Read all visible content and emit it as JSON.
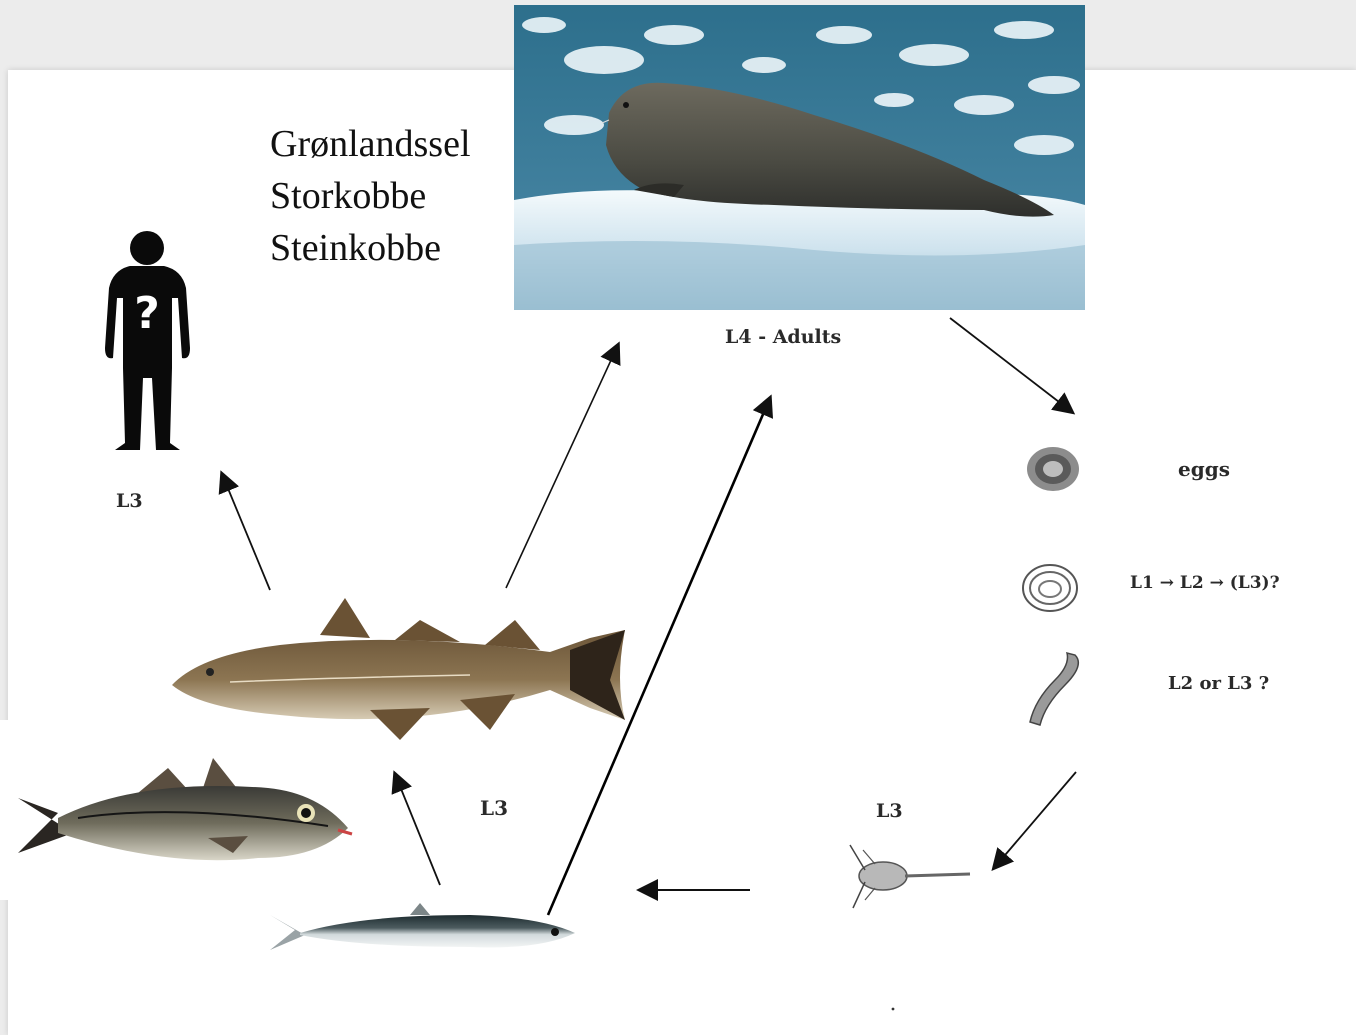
{
  "hosts": {
    "names": [
      "Grønlandssel",
      "Storkobbe",
      "Steinkobbe"
    ]
  },
  "labels": {
    "adults": "L4 - Adults",
    "eggs": "eggs",
    "l1_l2": "L1 →  L2 →  (L3)?",
    "l2_or_l3": "L2 or L3 ?",
    "crustacean_stage": "L3",
    "human_stage": "L3",
    "fish_stage": "L3"
  },
  "icons": {
    "human": "person-question-icon",
    "seal": "bearded-seal-photo",
    "cod": "cod-fish-photo",
    "haddock": "haddock-fish-photo",
    "capelin": "capelin-fish-photo",
    "egg": "egg-icon",
    "larva_coiled": "coiled-larva-icon",
    "larva": "larva-icon",
    "copepod": "copepod-icon"
  },
  "colors": {
    "arrow": "#111111",
    "label": "#2a2a2a",
    "background": "#ffffff"
  }
}
